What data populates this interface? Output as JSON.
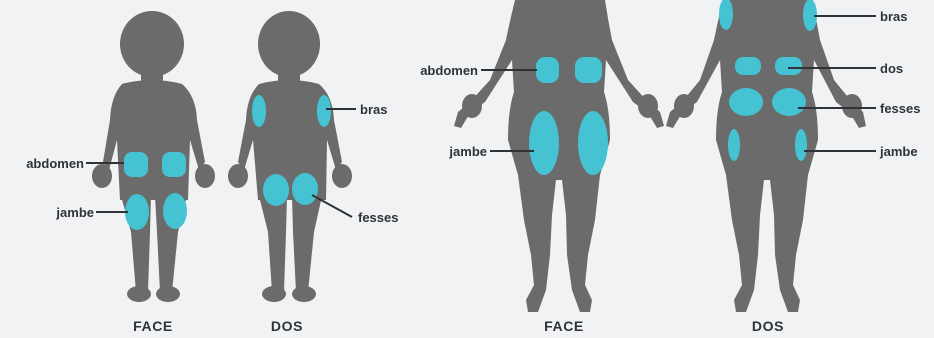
{
  "colors": {
    "background": "#f1f2f4",
    "silhouette": "#6b6b6b",
    "injection_site": "#45c3d3",
    "text": "#2f3338"
  },
  "child": {
    "face_caption": "FACE",
    "dos_caption": "DOS",
    "labels": {
      "abdomen": "abdomen",
      "jambe": "jambe",
      "bras": "bras",
      "fesses": "fesses"
    }
  },
  "adult": {
    "face_caption": "FACE",
    "dos_caption": "DOS",
    "labels": {
      "abdomen": "abdomen",
      "jambe": "jambe",
      "bras": "bras",
      "dos": "dos",
      "fesses": "fesses",
      "jambe_back": "jambe"
    }
  }
}
